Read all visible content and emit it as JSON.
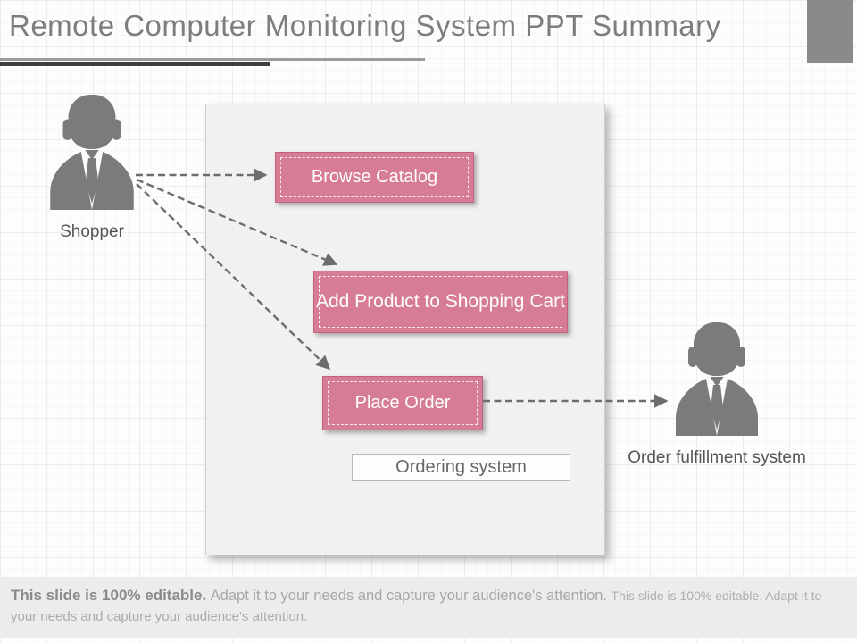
{
  "title": "Remote Computer Monitoring System PPT Summary",
  "colors": {
    "accent-pink": "#d77c95",
    "accent-pink-border": "#c2607d",
    "title-gray": "#7d7d7d",
    "actor-gray": "#7b7b7b",
    "footer-bg": "#ececec"
  },
  "actors": {
    "shopper": {
      "label": "Shopper",
      "icon": "businessman-icon"
    },
    "order_fulfillment": {
      "label": "Order fulfillment system",
      "icon": "businessman-icon"
    }
  },
  "diagram": {
    "system_boundary_label": "Ordering system",
    "use_cases": [
      {
        "label": "Browse Catalog"
      },
      {
        "label": "Add Product to Shopping Cart"
      },
      {
        "label": "Place Order"
      }
    ],
    "connections": [
      {
        "from": "Shopper",
        "to": "Browse Catalog",
        "style": "dashed-arrow"
      },
      {
        "from": "Shopper",
        "to": "Add Product to Shopping Cart",
        "style": "dashed-arrow"
      },
      {
        "from": "Shopper",
        "to": "Place Order",
        "style": "dashed-arrow"
      },
      {
        "from": "Place Order",
        "to": "Order fulfillment system",
        "style": "dashed-arrow"
      }
    ]
  },
  "footer": {
    "lead_bold": "This slide is 100% editable.",
    "lead_normal": "Adapt it to your needs and capture your audience's attention.",
    "trail_small": "This slide is 100% editable. Adapt it to",
    "line2": "your needs and capture your audience's attention."
  }
}
